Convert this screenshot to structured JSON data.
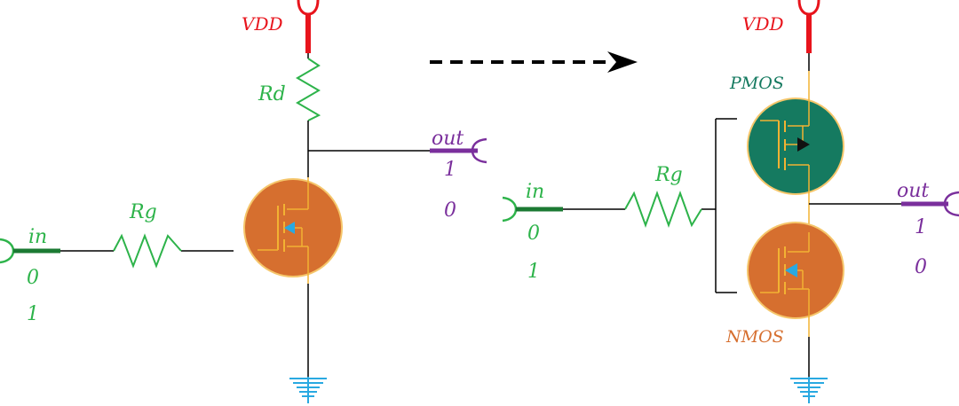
{
  "colors": {
    "vdd": "#e8141c",
    "signal_green": "#2db34a",
    "output_purple": "#7a2f9c",
    "nmos_fill": "#d66f2f",
    "pmos_fill": "#157a60",
    "wire": "#000000",
    "gate_wire": "#f2b233",
    "ground": "#29a9e1"
  },
  "left_circuit": {
    "vdd_label": "VDD",
    "resistor_drain_label": "Rd",
    "resistor_gate_label": "Rg",
    "input_label": "in",
    "input_values": [
      "0",
      "1"
    ],
    "output_label": "out",
    "output_values": [
      "1",
      "0"
    ]
  },
  "right_circuit": {
    "vdd_label": "VDD",
    "pmos_label": "PMOS",
    "nmos_label": "NMOS",
    "resistor_gate_label": "Rg",
    "input_label": "in",
    "input_values": [
      "0",
      "1"
    ],
    "output_label": "out",
    "output_values": [
      "1",
      "0"
    ]
  },
  "icons": [
    "vdd-terminal-icon",
    "ground-icon",
    "resistor-icon",
    "nmos-transistor-icon",
    "pmos-transistor-icon",
    "dashed-arrow-icon"
  ]
}
